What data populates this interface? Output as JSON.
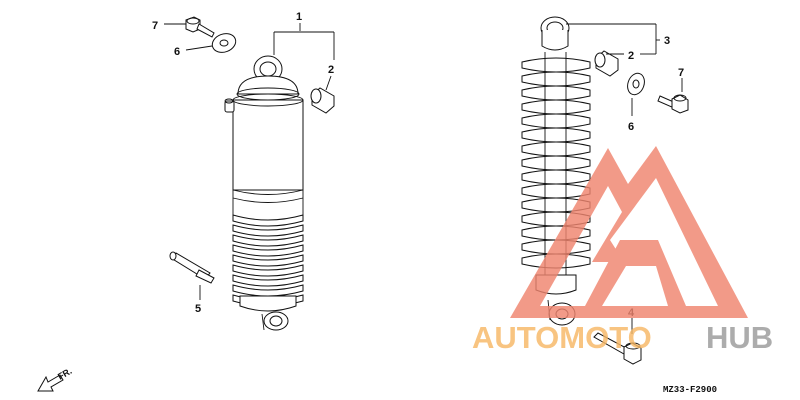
{
  "diagram": {
    "diagram_code": "MZ33-F2900",
    "direction_label": "FR.",
    "callouts": {
      "left": {
        "shock_absorber": "1",
        "bushing": "2",
        "bolt": "7",
        "washer": "6",
        "collar": "5"
      },
      "right": {
        "shock_absorber": "3",
        "bushing": "2",
        "washer": "6",
        "bolt": "7",
        "lower_bolt": "4"
      }
    }
  },
  "watermark": {
    "brand_part1": "AUTOMOTO",
    "brand_part2": "HUB",
    "colors": {
      "triangle": "#f0856f",
      "text_light": "#f7b866",
      "text_dark": "#9a9a9a"
    }
  }
}
